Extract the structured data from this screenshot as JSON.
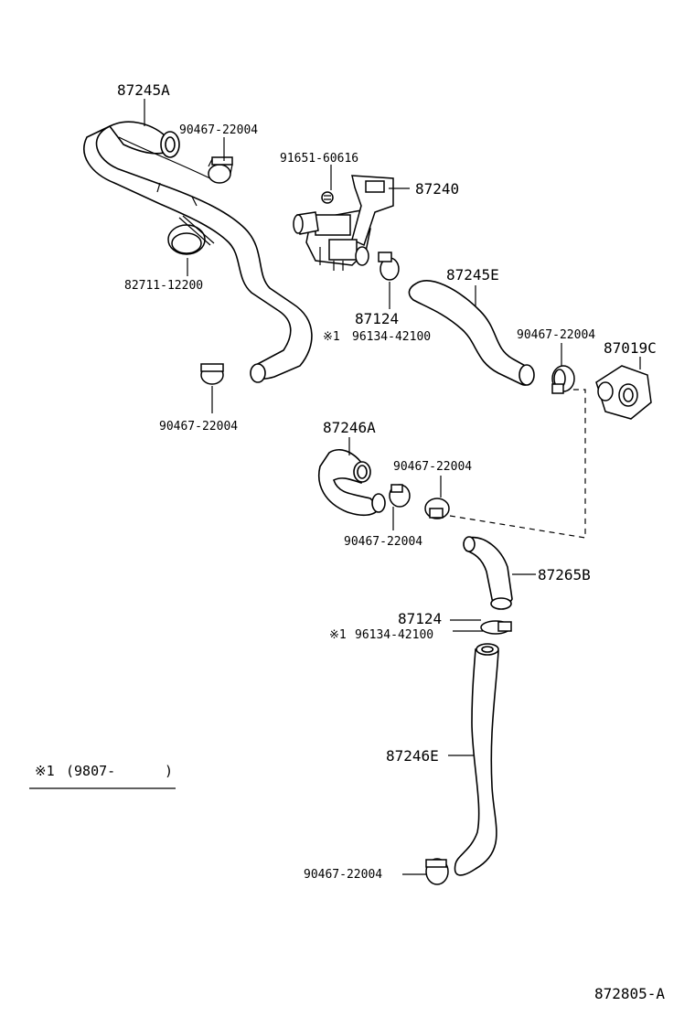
{
  "parts": {
    "hose_87245A": "87245A",
    "clamp_top": "90467-22004",
    "bolt": "91651-60616",
    "valve": "87240",
    "clip": "82711-12200",
    "clamp_87124_a": "87124",
    "note_a_mark": "※1",
    "note_a_part": "96134-42100",
    "hose_87245E": "87245E",
    "clamp_right": "90467-22004",
    "grommet": "87019C",
    "clamp_left_low": "90467-22004",
    "hose_87246A": "87246A",
    "clamp_mid_a": "90467-22004",
    "clamp_mid_b": "90467-22004",
    "hose_87265B": "87265B",
    "clamp_87124_b": "87124",
    "note_b_mark": "※1",
    "note_b_part": "96134-42100",
    "hose_87246E": "87246E",
    "clamp_bottom": "90467-22004"
  },
  "legend": {
    "mark": "※1",
    "text": "(9807-",
    "close": ")"
  },
  "diagram_id": "872805-A"
}
